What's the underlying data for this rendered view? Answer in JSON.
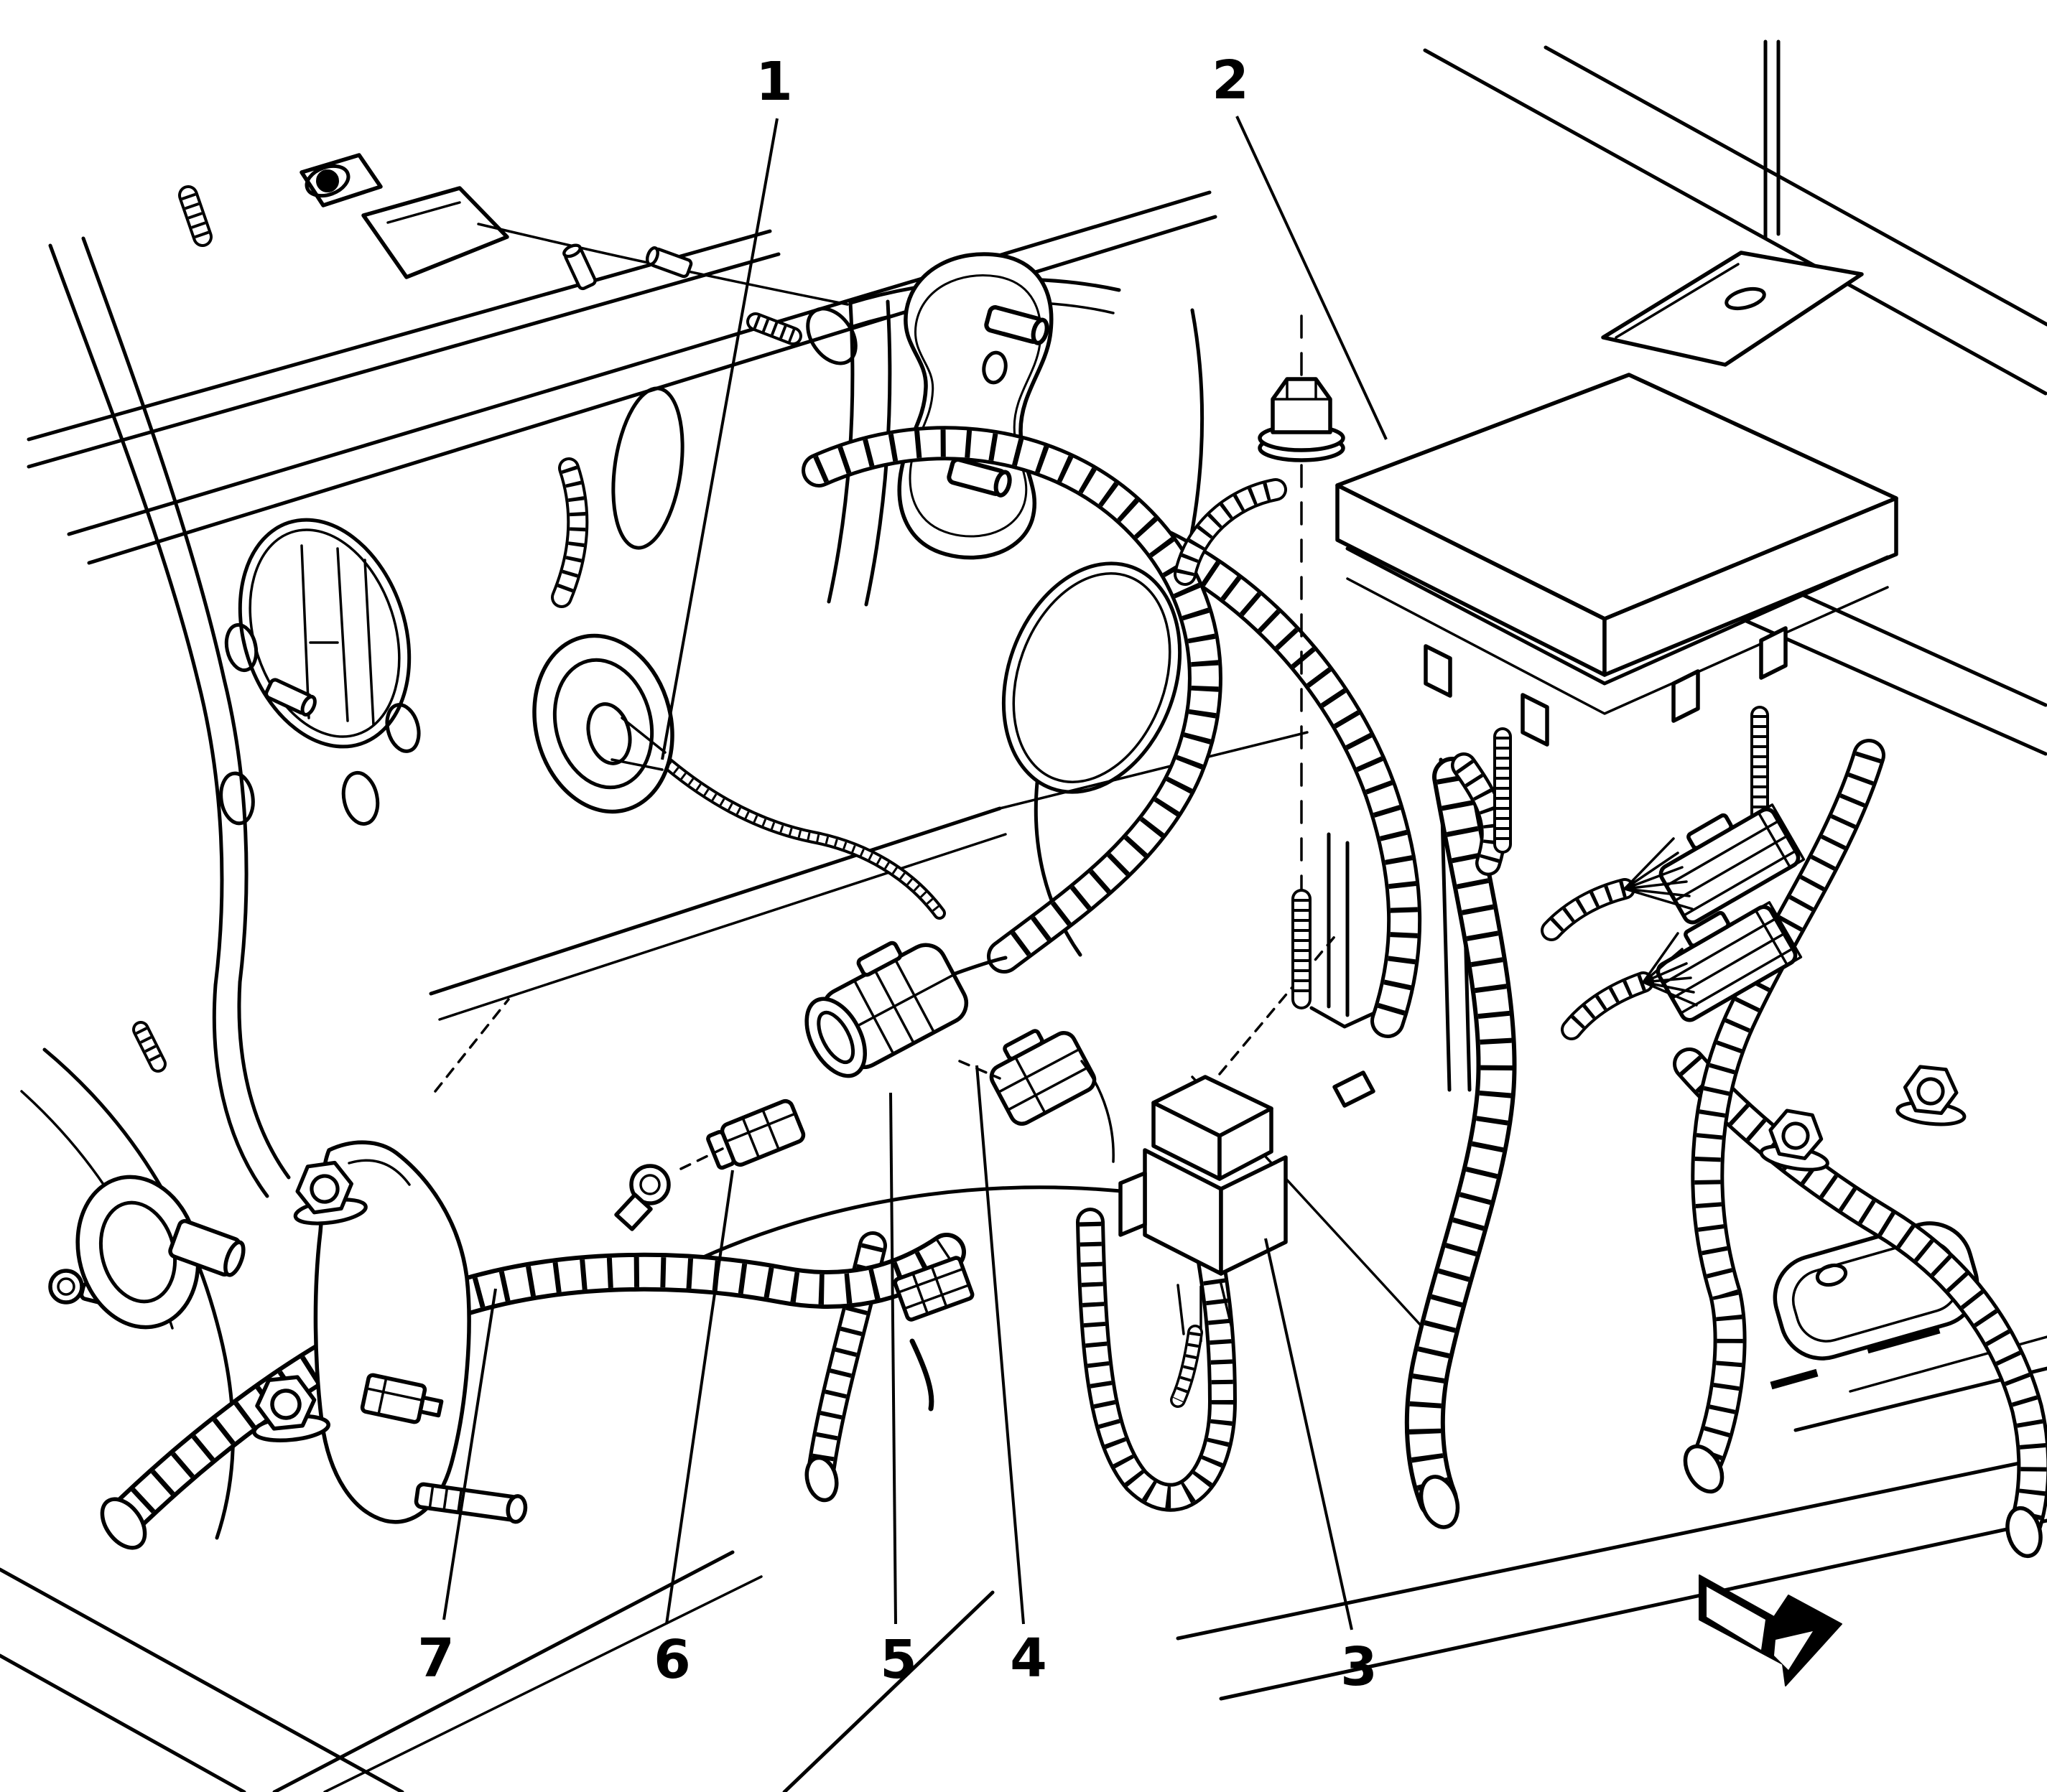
{
  "figure": {
    "background_color": "#ffffff",
    "ink_color": "#000000"
  },
  "callouts": [
    {
      "label": "1"
    },
    {
      "label": "2"
    },
    {
      "label": "3"
    },
    {
      "label": "4"
    },
    {
      "label": "5"
    },
    {
      "label": "6"
    },
    {
      "label": "7"
    }
  ],
  "icons": {
    "direction_arrow": "arrow-down-right-3d"
  }
}
